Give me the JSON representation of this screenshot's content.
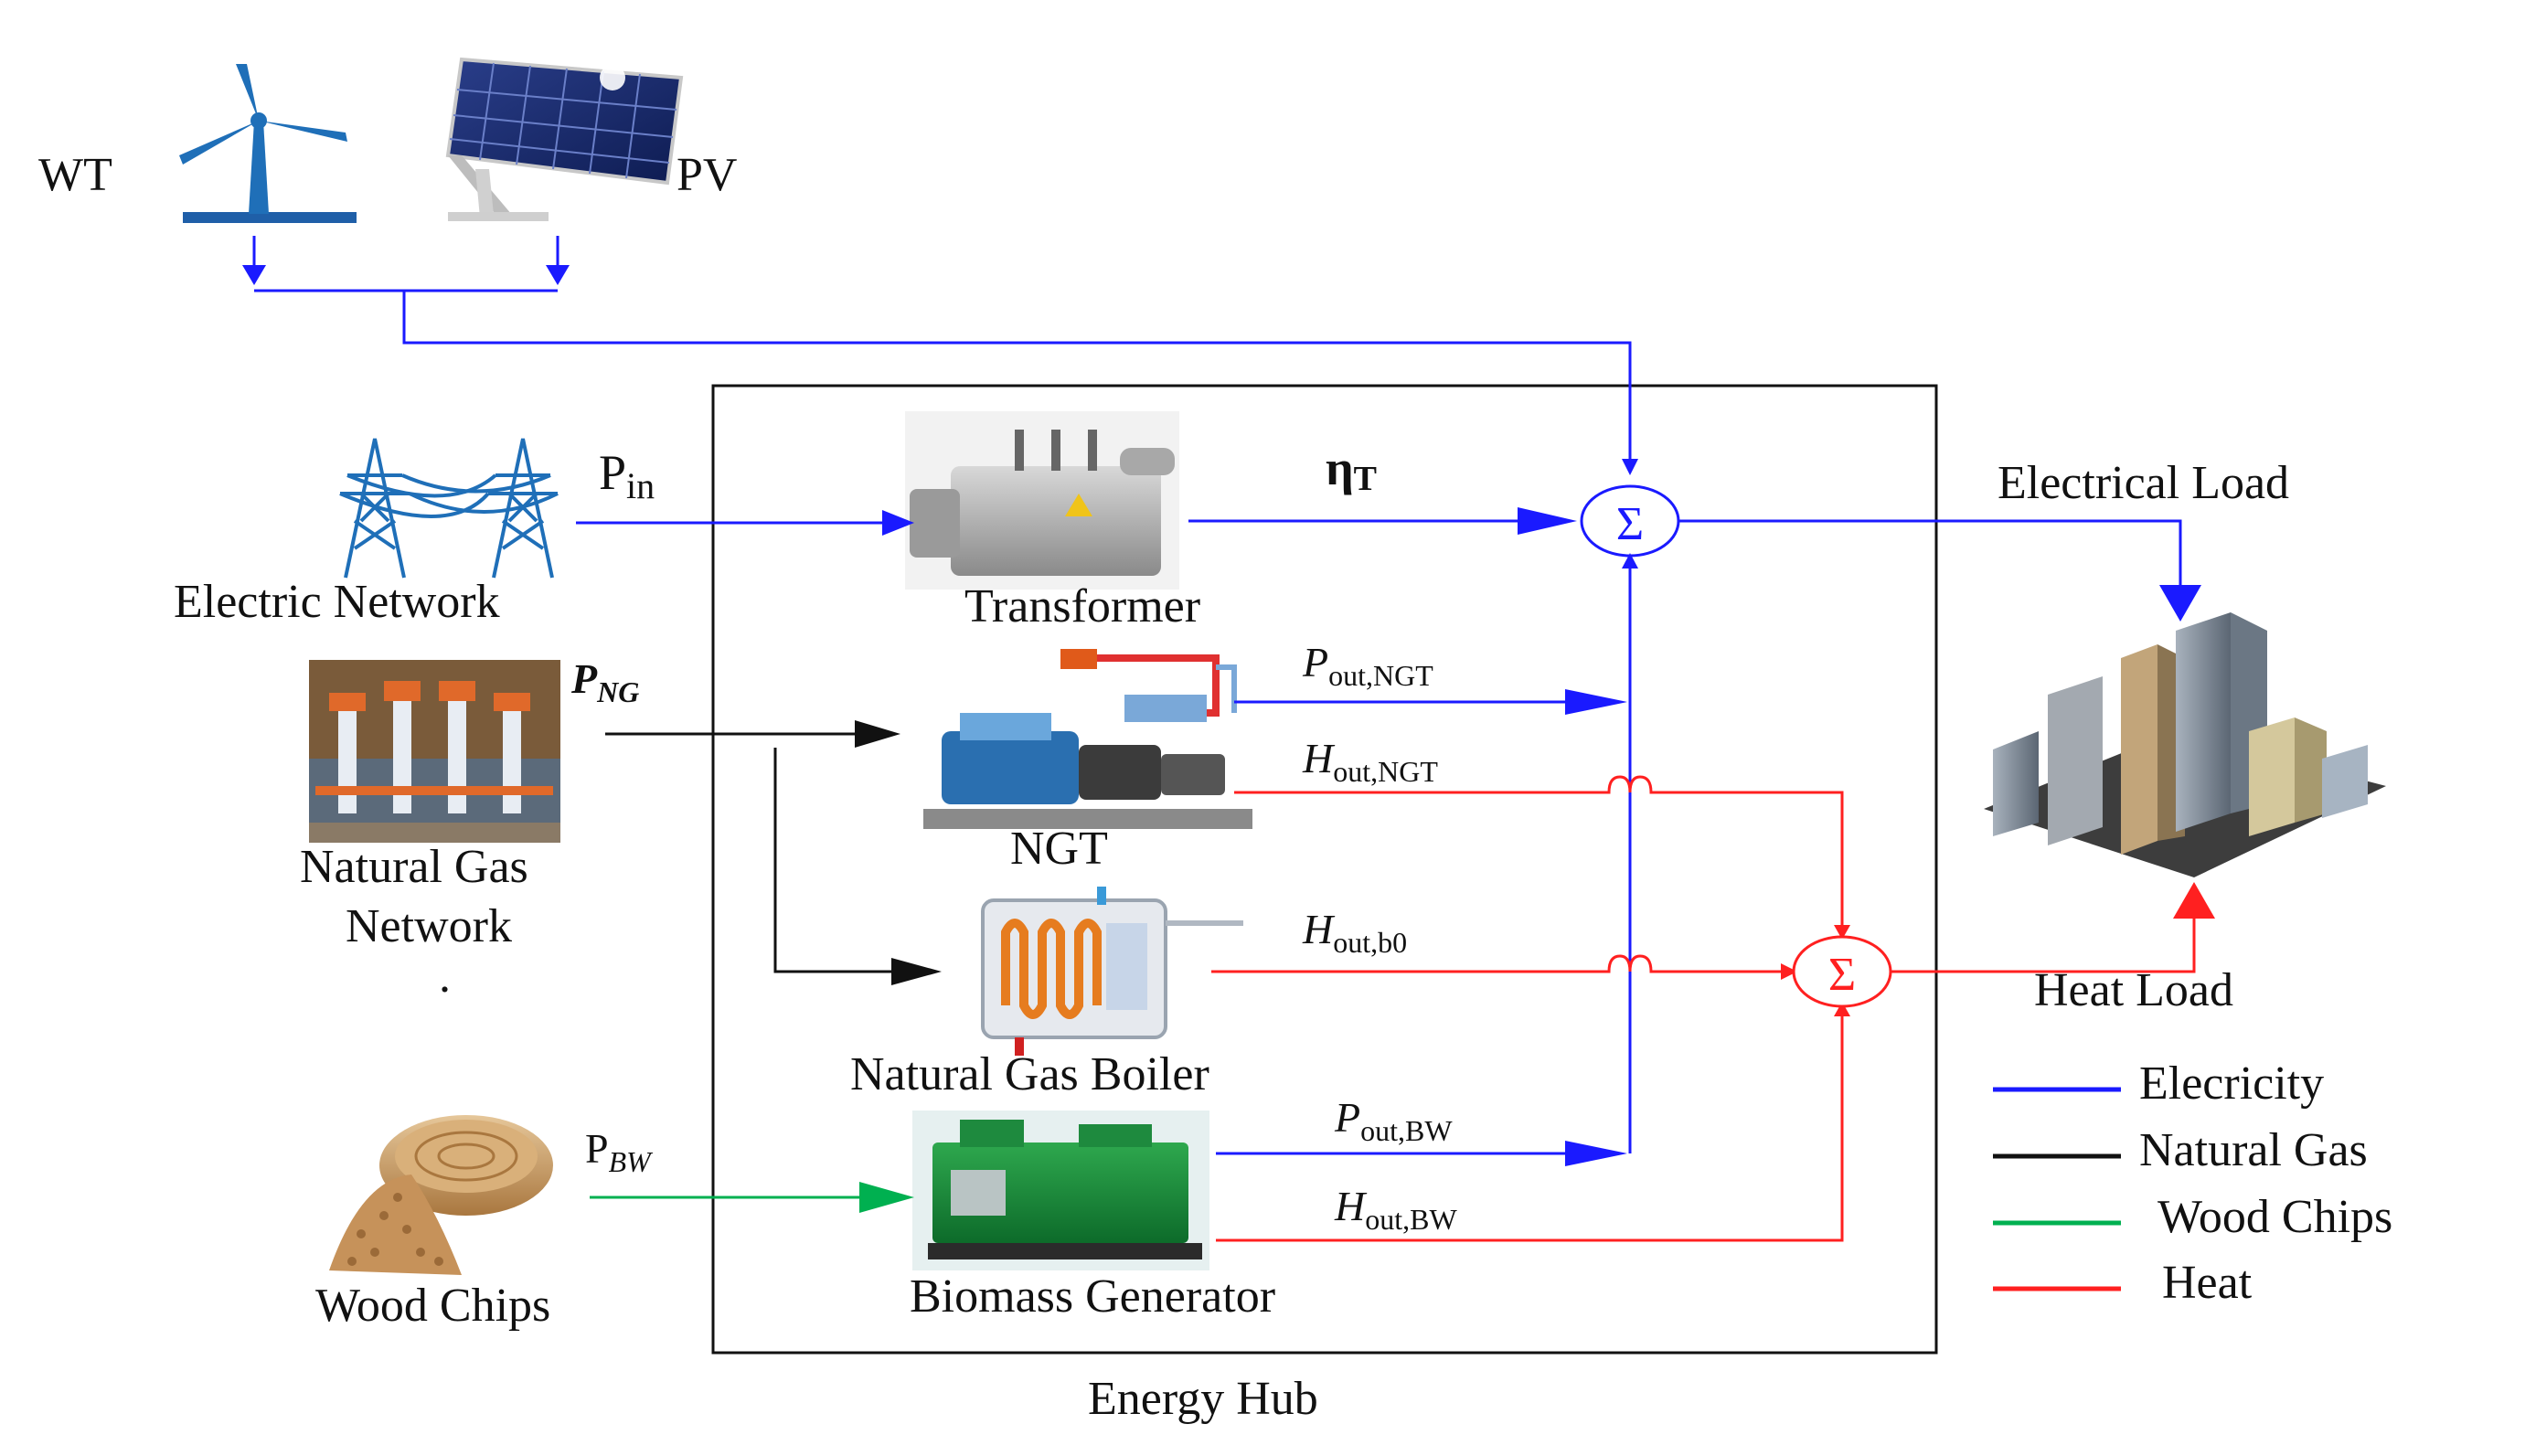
{
  "labels": {
    "wt": "WT",
    "pv": "PV",
    "electric_network": "Electric Network",
    "natural_gas_network_1": "Natural Gas",
    "natural_gas_network_2": "Network",
    "natural_gas_network_dot": ".",
    "wood_chips": "Wood Chips",
    "transformer": "Transformer",
    "ngt": "NGT",
    "natural_gas_boiler": "Natural Gas Boiler",
    "biomass_generator": "Biomass Generator",
    "energy_hub": "Energy Hub",
    "electrical_load": "Electrical Load",
    "heat_load": "Heat Load"
  },
  "flows": {
    "p_in_main": "P",
    "p_in_sub": "in",
    "eta_main": "η",
    "eta_sub": "T",
    "p_ng_main": "P",
    "p_ng_sub": "NG",
    "p_bw_main": "P",
    "p_bw_sub": "BW",
    "p_out_ngt_main": "P",
    "p_out_ngt_sub": "out,NGT",
    "h_out_ngt_main": "H",
    "h_out_ngt_sub": "out,NGT",
    "h_out_b0_main": "H",
    "h_out_b0_sub": "out,b0",
    "p_out_bw_main": "P",
    "p_out_bw_sub": "out,BW",
    "h_out_bw_main": "H",
    "h_out_bw_sub": "out,BW",
    "sum_symbol": "Σ"
  },
  "legend": [
    {
      "label": "Elecricity",
      "color": "#1a1aff"
    },
    {
      "label": "Natural Gas",
      "color": "#111111"
    },
    {
      "label": "Wood Chips",
      "color": "#00b050"
    },
    {
      "label": "Heat",
      "color": "#ff2020"
    }
  ],
  "colors": {
    "electricity": "#1a1aff",
    "gas": "#111111",
    "wood": "#00b050",
    "heat": "#ff2020"
  }
}
